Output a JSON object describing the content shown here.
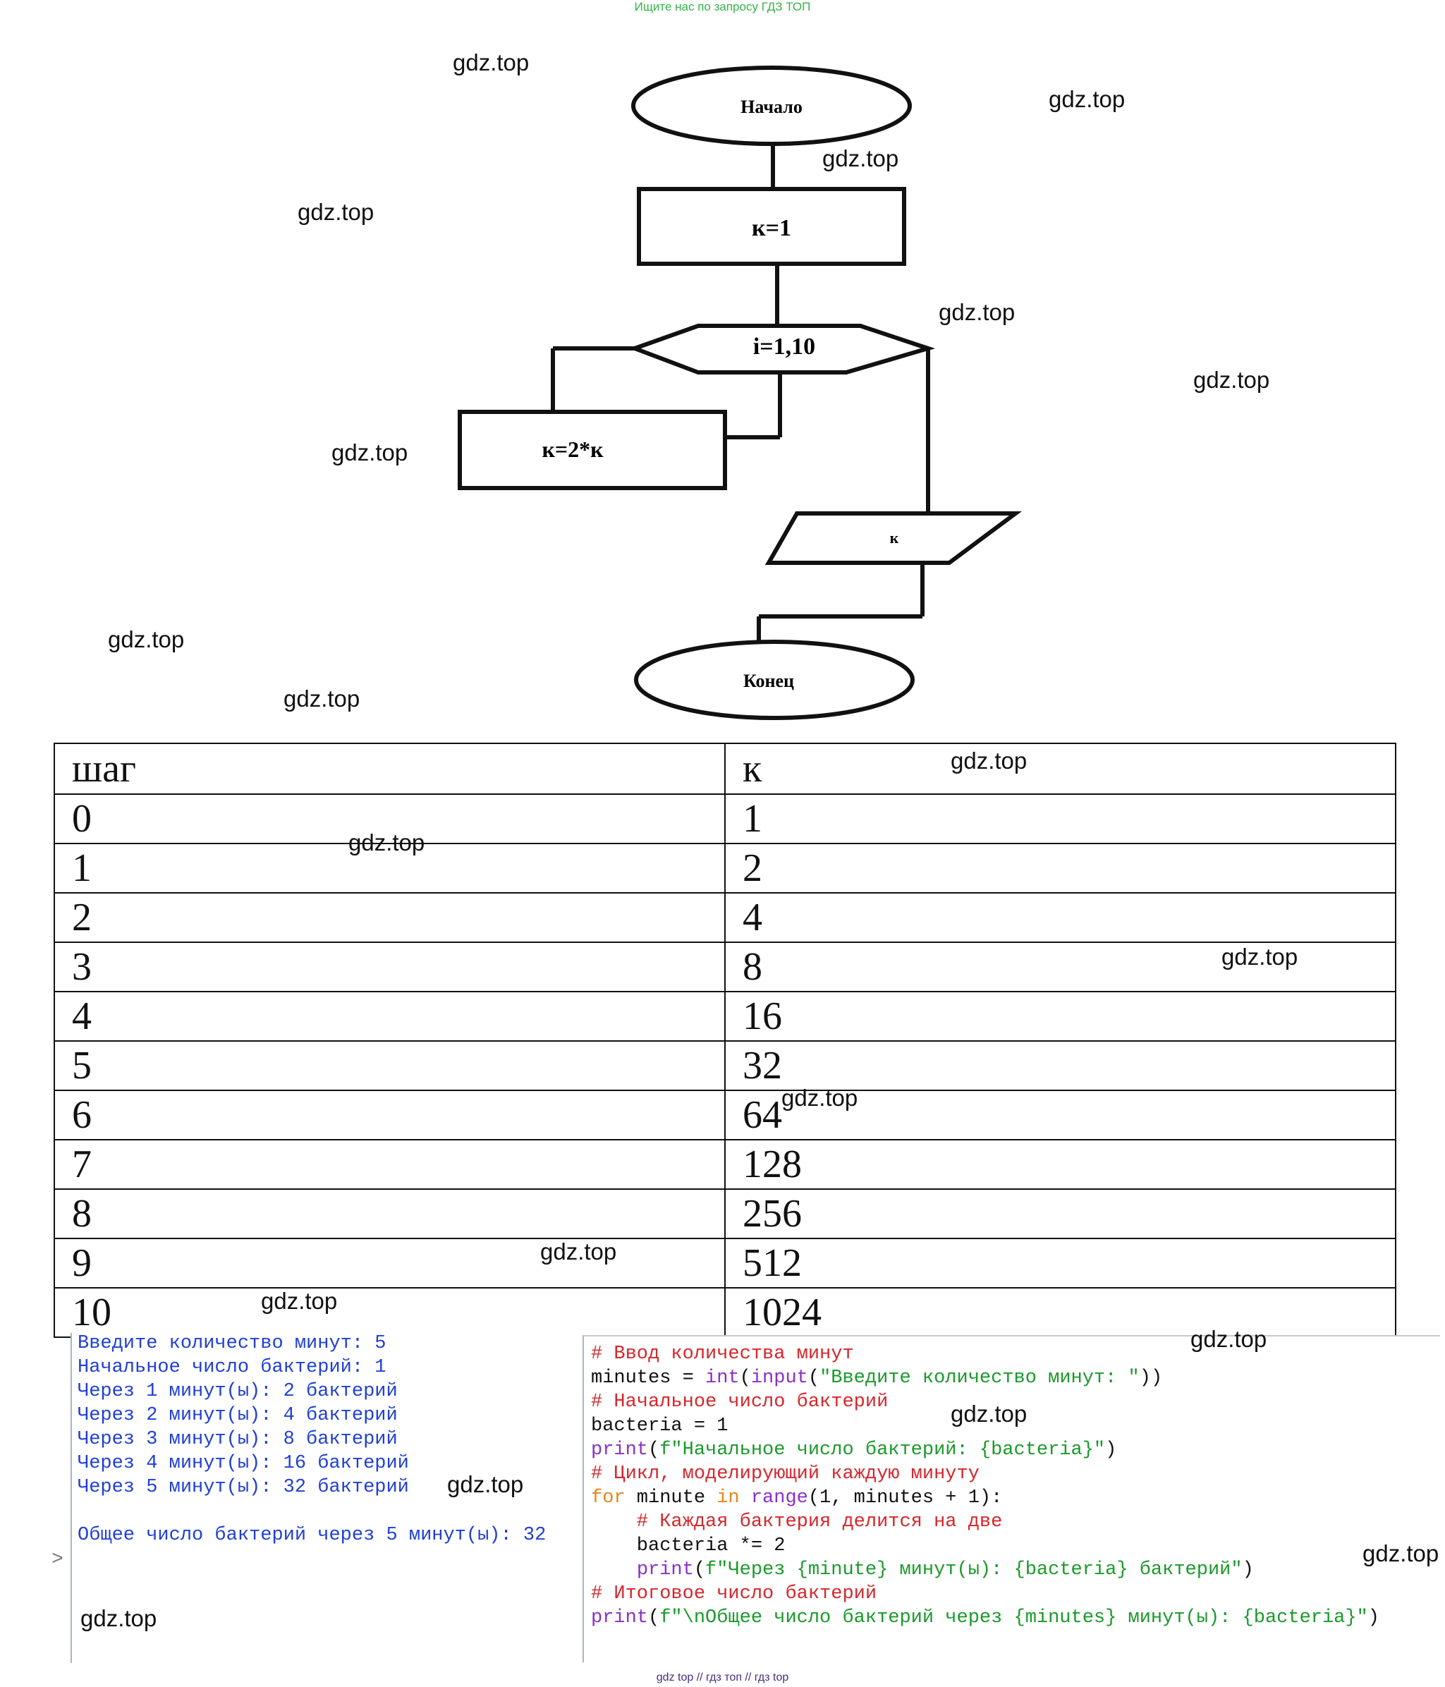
{
  "header": {
    "banner": "Ищите нас по запросу ГДЗ ТОП"
  },
  "footer": {
    "banner": "gdz top  //  гдз топ  //  гдз top"
  },
  "watermark": "gdz.top",
  "flowchart": {
    "start": "Начало",
    "init": "к=1",
    "loop": "i=1,10",
    "body": "к=2*к",
    "output": "к",
    "end": "Конец"
  },
  "table": {
    "headers": [
      "шаг",
      "к"
    ],
    "rows": [
      [
        "0",
        "1"
      ],
      [
        "1",
        "2"
      ],
      [
        "2",
        "4"
      ],
      [
        "3",
        "8"
      ],
      [
        "4",
        "16"
      ],
      [
        "5",
        "32"
      ],
      [
        "6",
        "64"
      ],
      [
        "7",
        "128"
      ],
      [
        "8",
        "256"
      ],
      [
        "9",
        "512"
      ],
      [
        "10",
        "1024"
      ]
    ]
  },
  "output_panel": {
    "lines": [
      "Введите количество минут: 5",
      "Начальное число бактерий: 1",
      "Через 1 минут(ы): 2 бактерий",
      "Через 2 минут(ы): 4 бактерий",
      "Через 3 минут(ы): 8 бактерий",
      "Через 4 минут(ы): 16 бактерий",
      "Через 5 минут(ы): 32 бактерий",
      "Общее число бактерий через 5 минут(ы): 32"
    ],
    "prompt": ">"
  },
  "code": {
    "c1": "# Ввод количества минут",
    "l2_a": "minutes = ",
    "l2_int": "int",
    "l2_b": "(",
    "l2_input": "input",
    "l2_c": "(",
    "l2_str": "\"Введите количество минут: \"",
    "l2_d": "))",
    "c3": "# Начальное число бактерий",
    "l4": "bacteria = 1",
    "l5_print": "print",
    "l5_a": "(",
    "l5_str": "f\"Начальное число бактерий: {bacteria}\"",
    "l5_b": ")",
    "c6": "# Цикл, моделирующий каждую минуту",
    "l7_for": "for",
    "l7_a": " minute ",
    "l7_in": "in",
    "l7_b": " ",
    "l7_range": "range",
    "l7_c": "(1, minutes + 1):",
    "c8": "    # Каждая бактерия делится на две",
    "l9": "    bacteria *= 2",
    "l10_indent": "    ",
    "l10_print": "print",
    "l10_a": "(",
    "l10_str": "f\"Через {minute} минут(ы): {bacteria} бактерий\"",
    "l10_b": ")",
    "c11": "# Итоговое число бактерий",
    "l12_print": "print",
    "l12_a": "(",
    "l12_str": "f\"\\nОбщее число бактерий через {minutes} минут(ы): {bacteria}\"",
    "l12_b": ")"
  }
}
